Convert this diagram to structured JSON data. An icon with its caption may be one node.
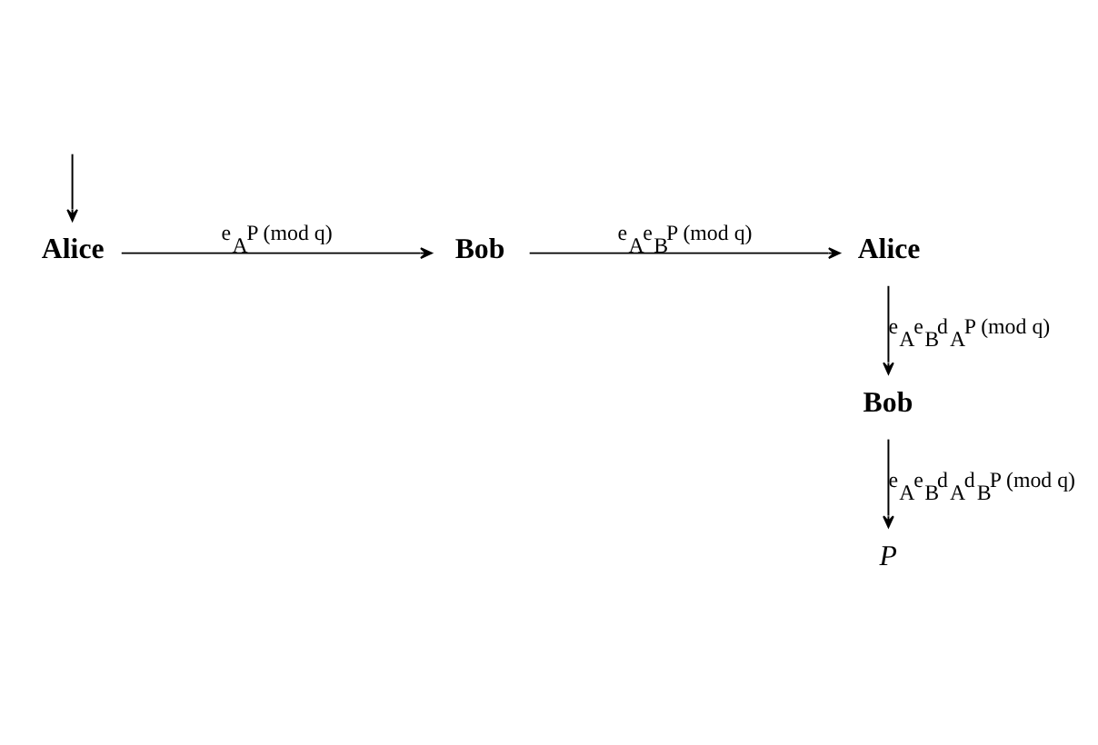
{
  "diagram": {
    "nodes": [
      {
        "text": [
          "Alice"
        ]
      },
      {
        "text": [
          "Bob"
        ]
      },
      {
        "text": [
          "Alice"
        ]
      },
      {
        "text": [
          "Bob"
        ]
      },
      {
        "text": [
          "P"
        ]
      }
    ],
    "edges": [
      {
        "from": null,
        "to": 0,
        "arrow": "to"
      },
      {
        "from": 0,
        "to": 1,
        "arrow": "to",
        "label": "e$_{A}$P (mod q)"
      },
      {
        "from": 1,
        "to": 2,
        "arrow": "to",
        "label": "e$_{A}$e$_{B}$P (mod q)"
      },
      {
        "from": 2,
        "to": 3,
        "arrow": "to",
        "label": "e$_{A}$e$_{B}$d$_{A}$P (mod q)"
      },
      {
        "from": 3,
        "to": 4,
        "arrow": "to",
        "label": "e$_{A}$e$_{B}$d$_{A}$d$_{B}$P (mod q)"
      }
    ]
  }
}
